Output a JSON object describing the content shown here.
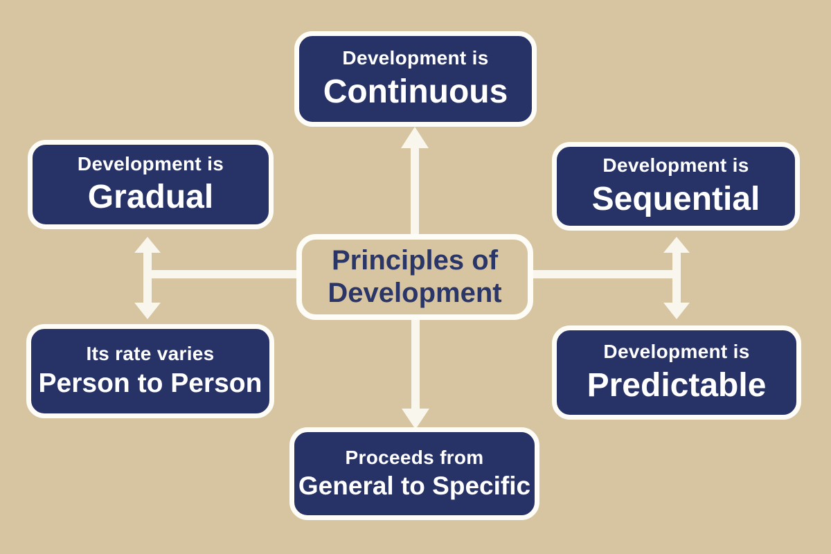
{
  "diagram": {
    "center": {
      "line1": "Principles of",
      "line2": "Development"
    },
    "nodes": [
      {
        "id": "continuous",
        "line1": "Development is",
        "line2": "Continuous"
      },
      {
        "id": "gradual",
        "line1": "Development is",
        "line2": "Gradual"
      },
      {
        "id": "sequential",
        "line1": "Development is",
        "line2": "Sequential"
      },
      {
        "id": "person",
        "line1": "Its rate varies",
        "line2": "Person to Person"
      },
      {
        "id": "predictable",
        "line1": "Development is",
        "line2": "Predictable"
      },
      {
        "id": "general",
        "line1": "Proceeds from",
        "line2": "General to Specific"
      }
    ],
    "connections": [
      {
        "from": "center",
        "to": "continuous",
        "style": "single-arrow-up"
      },
      {
        "from": "center",
        "to": "general",
        "style": "single-arrow-down"
      },
      {
        "from": "center",
        "to": "gradual-and-person",
        "style": "double-arrow-left-branch"
      },
      {
        "from": "center",
        "to": "sequential-and-predictable",
        "style": "double-arrow-right-branch"
      }
    ],
    "colors": {
      "background": "#d6c5a0",
      "node_fill": "#273266",
      "node_border": "#fdfcf6",
      "node_text": "#ffffff",
      "center_fill": "#d6c5a0",
      "center_border": "#fdfcf6",
      "center_text": "#2b3668",
      "arrow": "#f9f6ed"
    }
  }
}
